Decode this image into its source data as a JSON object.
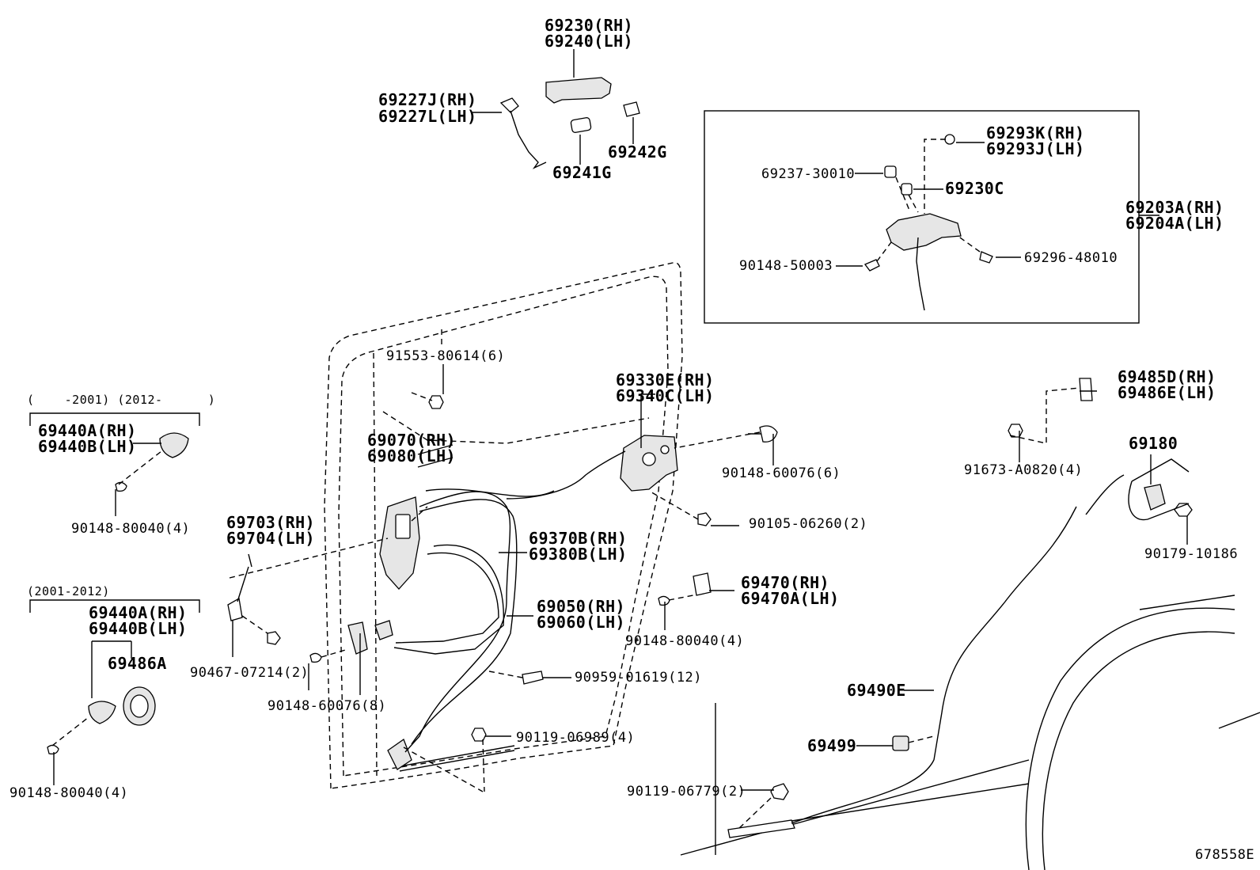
{
  "diagram_id": "678558E",
  "labels": {
    "p69230": "69230(RH)",
    "p69240": "69240(LH)",
    "p69227j": "69227J(RH)",
    "p69227l": "69227L(LH)",
    "p69242g": "69242G",
    "p69241g": "69241G",
    "p69293k": "69293K(RH)",
    "p69293j": "69293J(LH)",
    "p69237": "69237-30010",
    "p69230c": "69230C",
    "p69203a": "69203A(RH)",
    "p69204a": "69204A(LH)",
    "p90148_50003": "90148-50003",
    "p69296": "69296-48010",
    "p91553": "91553-80614(6)",
    "p69330e": "69330E(RH)",
    "p69340c": "69340C(LH)",
    "p69485d": "69485D(RH)",
    "p69486e": "69486E(LH)",
    "range1": "(    -2001) (2012-      )",
    "p69440a_1": "69440A(RH)",
    "p69440b_1": "69440B(LH)",
    "p69070": "69070(RH)",
    "p69080": "69080(LH)",
    "p90148_60076_6": "90148-60076(6)",
    "p69180": "69180",
    "p91673": "91673-A0820(4)",
    "p90148_80040_a": "90148-80040(4)",
    "p90105": "90105-06260(2)",
    "p69703": "69703(RH)",
    "p69704": "69704(LH)",
    "p69370b": "69370B(RH)",
    "p69380b": "69380B(LH)",
    "p90179": "90179-10186",
    "range2": "(2001-2012)",
    "p69440a_2": "69440A(RH)",
    "p69440b_2": "69440B(LH)",
    "p69470": "69470(RH)",
    "p69470a": "69470A(LH)",
    "p69050": "69050(RH)",
    "p69060": "69060(LH)",
    "p90148_80040_b": "90148-80040(4)",
    "p69486a": "69486A",
    "p90467": "90467-07214(2)",
    "p90959": "90959-01619(12)",
    "p90148_60076_8": "90148-60076(8)",
    "p69490e": "69490E",
    "p90119_06989": "90119-06989(4)",
    "p69499": "69499",
    "p90119_06779": "90119-06779(2)",
    "p90148_80040_c": "90148-80040(4)"
  }
}
